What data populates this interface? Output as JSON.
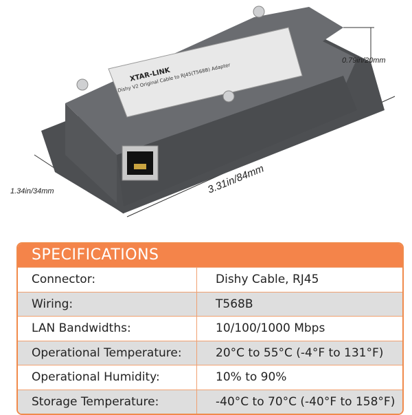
{
  "product": {
    "brand_label": "XTAR-LINK",
    "label_text": "Dishy V2 Original Cable to RJ45(T568B) Adapter"
  },
  "dimensions": {
    "height": "0.79in/20mm",
    "width": "1.34in/34mm",
    "length": "3.31in/84mm"
  },
  "specifications": {
    "title": "SPECIFICATIONS",
    "rows": [
      {
        "label": "Connector:",
        "value": "Dishy Cable, RJ45"
      },
      {
        "label": "Wiring:",
        "value": "T568B"
      },
      {
        "label": "LAN Bandwidths:",
        "value": "10/100/1000 Mbps"
      },
      {
        "label": "Operational Temperature:",
        "value": "20°C to 55°C (-4°F to 131°F)"
      },
      {
        "label": "Operational Humidity:",
        "value": "10% to 90%"
      },
      {
        "label": "Storage Temperature:",
        "value": "-40°C to 70°C (-40°F to 158°F)"
      }
    ]
  },
  "colors": {
    "accent": "#f4844a",
    "device": "#5a5c5f"
  }
}
